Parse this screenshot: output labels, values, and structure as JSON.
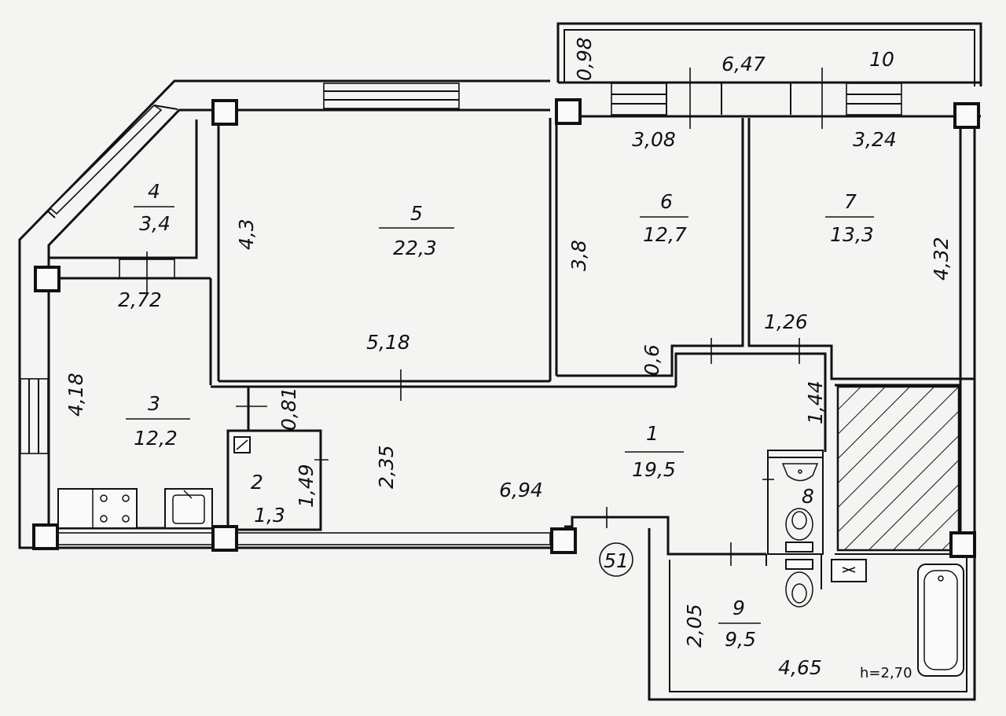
{
  "rooms": [
    {
      "number": "1",
      "area": "19,5"
    },
    {
      "number": "2",
      "area": "1,3"
    },
    {
      "number": "3",
      "area": "12,2"
    },
    {
      "number": "4",
      "area": "3,4"
    },
    {
      "number": "5",
      "area": "22,3"
    },
    {
      "number": "6",
      "area": "12,7"
    },
    {
      "number": "7",
      "area": "13,3"
    },
    {
      "number": "8"
    },
    {
      "number": "9",
      "area": "9,5"
    },
    {
      "number": "10"
    }
  ],
  "dimensions": [
    "0,98",
    "6,47",
    "3,08",
    "3,24",
    "4,3",
    "3,8",
    "4,32",
    "2,72",
    "5,18",
    "1,26",
    "0,6",
    "4,18",
    "0,81",
    "1,44",
    "2,35",
    "1,49",
    "6,94",
    "2,05",
    "4,65"
  ],
  "apartment_number": "51",
  "ceiling_height": "h=2,70"
}
